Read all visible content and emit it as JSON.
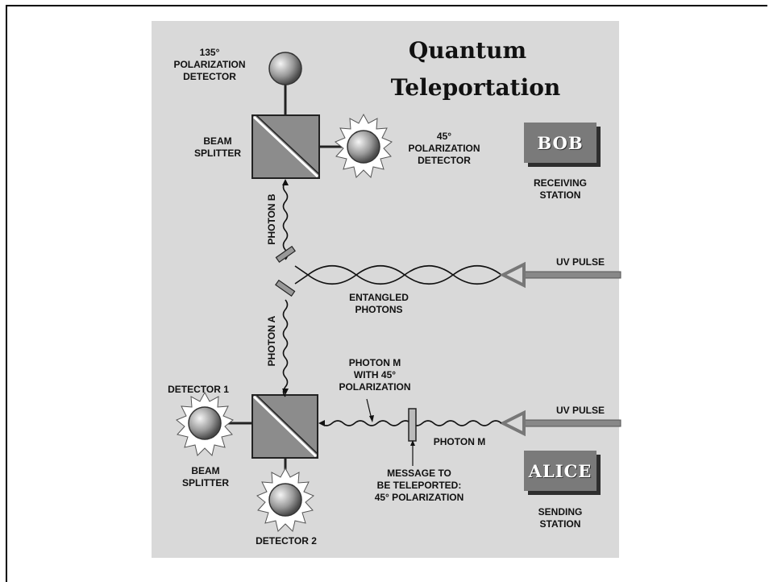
{
  "title_line1": "Quantum",
  "title_line2": "Teleportation",
  "bob": {
    "name": "BOB",
    "caption": "RECEIVING\nSTATION"
  },
  "alice": {
    "name": "ALICE",
    "caption": "SENDING\nSTATION"
  },
  "labels": {
    "det135": "135°\nPOLARIZATION\nDETECTOR",
    "beam_splitter_top": "BEAM\nSPLITTER",
    "det45": "45°\nPOLARIZATION\nDETECTOR",
    "photon_b": "PHOTON B",
    "photon_a": "PHOTON A",
    "uv_pulse_top": "UV PULSE",
    "uv_pulse_bottom": "UV PULSE",
    "entangled": "ENTANGLED\nPHOTONS",
    "photon_m_pol": "PHOTON M\nWITH 45°\nPOLARIZATION",
    "photon_m": "PHOTON M",
    "message": "MESSAGE TO\nBE TELEPORTED:\n45° POLARIZATION",
    "detector1": "DETECTOR 1",
    "beam_splitter_bottom": "BEAM\nSPLITTER",
    "detector2": "DETECTOR 2"
  },
  "colors": {
    "panel": "#d9d9d9",
    "station": "#7a7a7a",
    "splitter": "#8c8c8c",
    "arrow": "#888888"
  }
}
